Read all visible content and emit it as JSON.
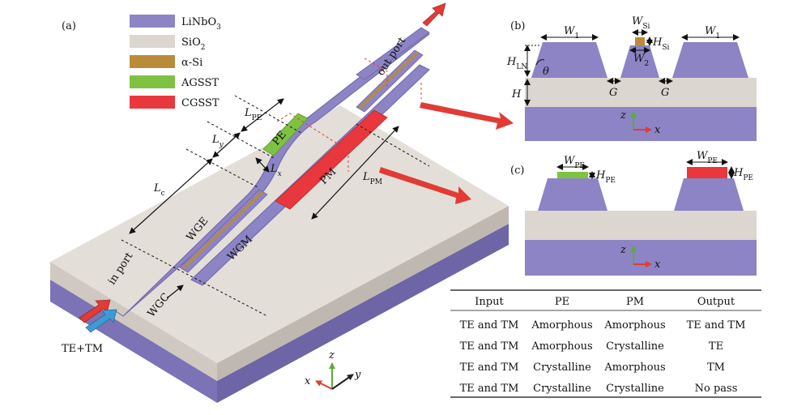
{
  "colors": {
    "linbo3": "#8c84c4",
    "linbo3_dark": "#6e66a8",
    "sio2": "#dcd6d0",
    "sio2_dark": "#bdb6ae",
    "si": "#b98c3a",
    "agsst": "#7fc242",
    "cgsst": "#e8383d",
    "arrow_red": "#e23b35",
    "arrow_blue": "#3c9bd6"
  },
  "panel_a": {
    "label": "(a)",
    "legend": [
      {
        "name": "LiNbO3_pre",
        "text": "LiNbO",
        "sub": "3",
        "color": "linbo3"
      },
      {
        "name": "SiO2_pre",
        "text": "SiO",
        "sub": "2",
        "color": "sio2"
      },
      {
        "name": "aSi",
        "text": "α-Si",
        "sub": "",
        "color": "si"
      },
      {
        "name": "AGSST",
        "text": "AGSST",
        "sub": "",
        "color": "agsst"
      },
      {
        "name": "CGSST",
        "text": "CGSST",
        "sub": "",
        "color": "cgsst"
      }
    ],
    "out_port": "out port",
    "in_port": "in port",
    "input_mode": "TE+TM",
    "pe": "PE",
    "pm": "PM",
    "wge": "WGE",
    "wgm": "WGM",
    "wgc": "WGC",
    "dim_lpe": "L",
    "dim_lpe_sub": "PE",
    "dim_ly": "L",
    "dim_ly_sub": "y",
    "dim_lx": "L",
    "dim_lx_sub": "x",
    "dim_lc": "L",
    "dim_lc_sub": "c",
    "dim_lpm": "L",
    "dim_lpm_sub": "PM",
    "axis_x": "x",
    "axis_y": "y",
    "axis_z": "z"
  },
  "panel_b": {
    "label": "(b)",
    "w1": "W",
    "w1_sub": "1",
    "wsi": "W",
    "wsi_sub": "Si",
    "hsi": "H",
    "hsi_sub": "Si",
    "w2": "W",
    "w2_sub": "2",
    "hln": "H",
    "hln_sub": "LN",
    "theta": "θ",
    "h": "H",
    "g": "G",
    "axis_x": "x",
    "axis_z": "z"
  },
  "panel_c": {
    "label": "(c)",
    "wpe": "W",
    "wpe_sub": "PE",
    "hpe": "H",
    "hpe_sub": "PE",
    "axis_x": "x",
    "axis_z": "z"
  },
  "table": {
    "headers": [
      "Input",
      "PE",
      "PM",
      "Output"
    ],
    "rows": [
      [
        "TE and TM",
        "Amorphous",
        "Amorphous",
        "TE and TM"
      ],
      [
        "TE and TM",
        "Amorphous",
        "Crystalline",
        "TE"
      ],
      [
        "TE and TM",
        "Crystalline",
        "Amorphous",
        "TM"
      ],
      [
        "TE and TM",
        "Crystalline",
        "Crystalline",
        "No pass"
      ]
    ]
  }
}
